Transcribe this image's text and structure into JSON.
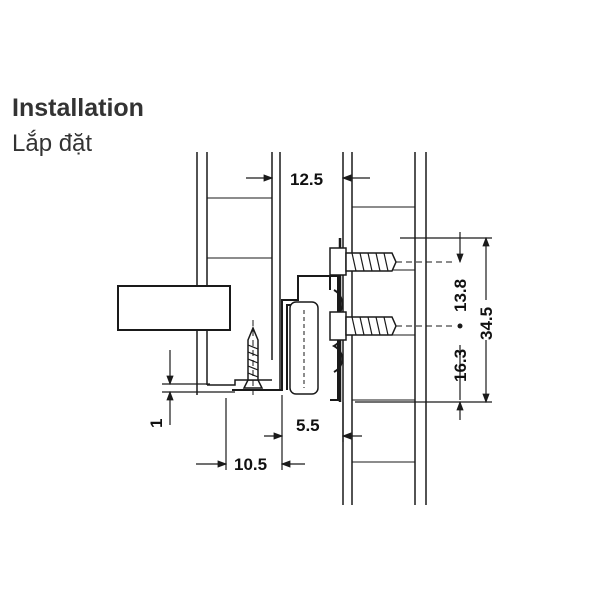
{
  "heading": {
    "title": "Installation",
    "subtitle": "Lắp đặt"
  },
  "dimensions": {
    "gap_top": "12.5",
    "screw_spacing": "13.8",
    "total_height": "34.5",
    "lower_offset": "16.3",
    "bottom_clearance": "1",
    "side_offset": "5.5",
    "screw_setback": "10.5"
  },
  "colors": {
    "line": "#1a1a1a",
    "hatch": "#555555",
    "text": "#333333"
  }
}
